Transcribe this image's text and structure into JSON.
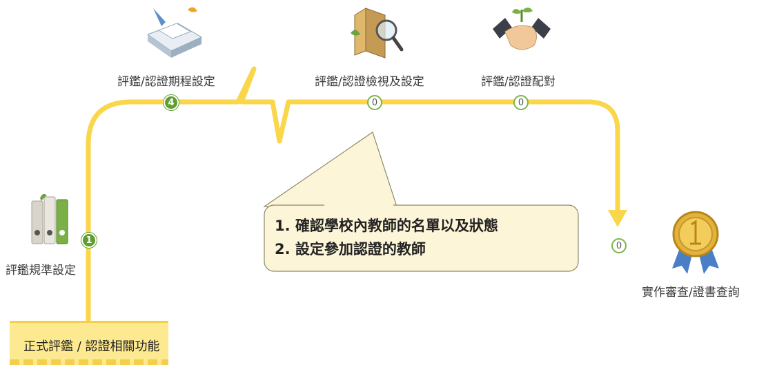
{
  "nodes": {
    "standard": {
      "label": "評鑑規準設定",
      "count": "1",
      "icon": "binders-icon"
    },
    "schedule": {
      "label": "評鑑/認證期程設定",
      "count": "4",
      "icon": "calculator-icon"
    },
    "review": {
      "label": "評鑑/認證檢視及設定",
      "count": "0",
      "icon": "folder-magnifier-icon"
    },
    "match": {
      "label": "評鑑/認證配對",
      "count": "0",
      "icon": "handshake-icon"
    },
    "certificate": {
      "label": "實作審查/證書查詢",
      "count": "0",
      "icon": "medal-icon"
    }
  },
  "callout": {
    "line1": "1.  確認學校內教師的名單以及狀態",
    "line2": "2.  設定參加認證的教師"
  },
  "tab": {
    "label": "正式評鑑 / 認證相關功能"
  },
  "colors": {
    "path": "#f9d64a",
    "badge": "#5f9e2f",
    "callout_bg": "#fdf5d8",
    "tab_bg": "#fde98f"
  }
}
